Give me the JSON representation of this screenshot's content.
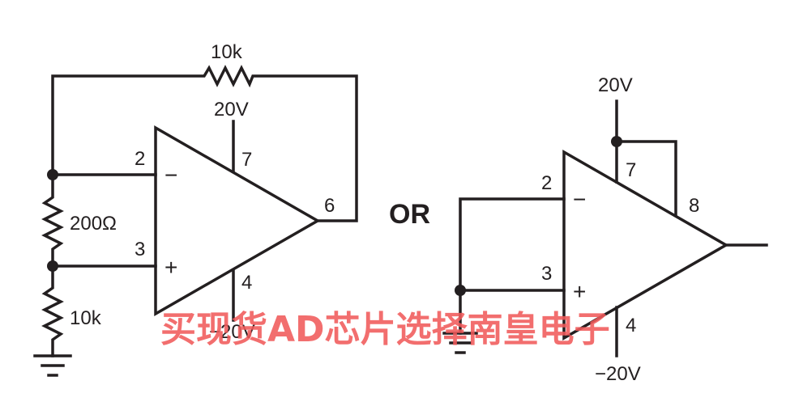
{
  "left_circuit": {
    "feedback_resistor": "10k",
    "supply_pos": "20V",
    "supply_neg": "−20V",
    "pin_inv": "2",
    "pin_noninv": "3",
    "pin_vpos": "7",
    "pin_vneg": "4",
    "pin_out": "6",
    "resistor_mid": "200Ω",
    "resistor_bottom": "10k",
    "minus_sign": "−",
    "plus_sign": "+"
  },
  "separator": "OR",
  "right_circuit": {
    "supply_pos": "20V",
    "supply_neg": "−20V",
    "pin_inv": "2",
    "pin_noninv": "3",
    "pin_vpos": "7",
    "pin_vneg": "4",
    "pin_extra": "8",
    "minus_sign": "−",
    "plus_sign": "+"
  },
  "watermark": "买现货AD芯片选择南皇电子"
}
